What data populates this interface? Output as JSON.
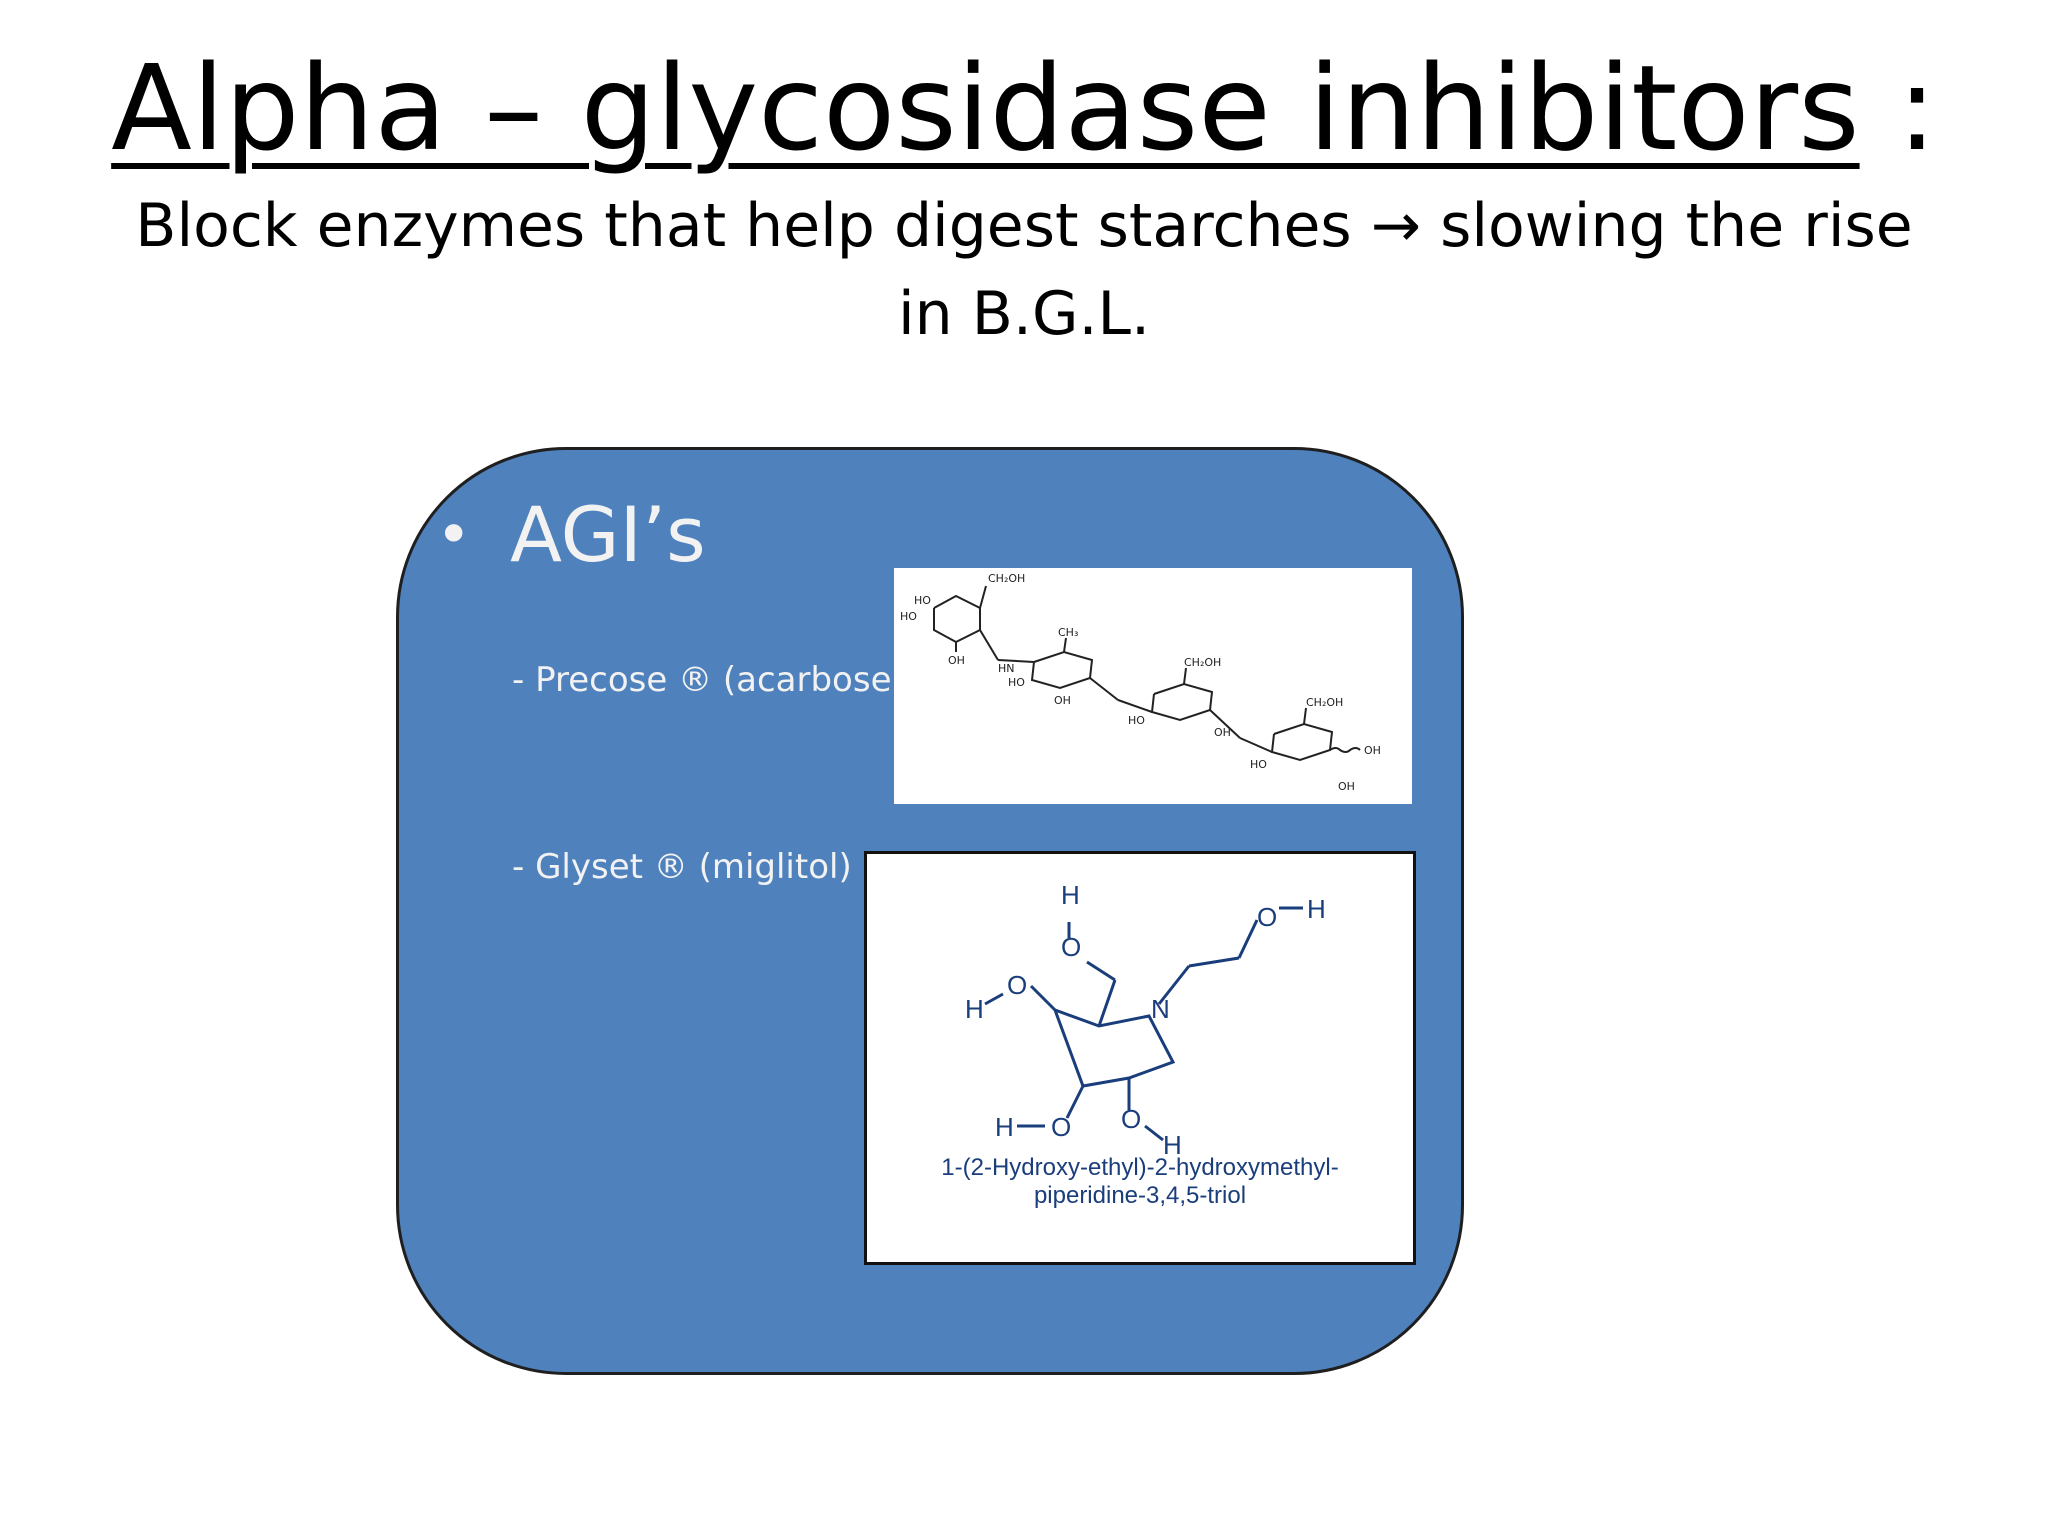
{
  "title": {
    "main": "Alpha – glycosidase inhibitors",
    "suffix": " :"
  },
  "subtitle": "Block enzymes that help digest starches → slowing the rise in B.G.L.",
  "bullet": {
    "symbol": "•",
    "text": "AGI’s"
  },
  "drugs": [
    {
      "label": "- Precose ® (acarbose),"
    },
    {
      "label": "- Glyset ® (miglitol)"
    }
  ],
  "acarbose_structure": {
    "labels": [
      "CH₂OH",
      "HO",
      "HO",
      "OH",
      "HN",
      "CH₃",
      "HO",
      "OH",
      "CH₂OH",
      "HO",
      "OH",
      "CH₂OH",
      "HO",
      "OH",
      "OH"
    ]
  },
  "miglitol_structure": {
    "atom_labels": [
      "H",
      "O",
      "O",
      "H",
      "H",
      "O",
      "N",
      "H",
      "O",
      "O",
      "H"
    ],
    "caption_line1": "1-(2-Hydroxy-ethyl)-2-hydroxymethyl-",
    "caption_line2": "piperidine-3,4,5-triol",
    "color": "#1a3d7c"
  },
  "colors": {
    "box": "#4f81bd",
    "box_text": "#f2f2f2"
  }
}
